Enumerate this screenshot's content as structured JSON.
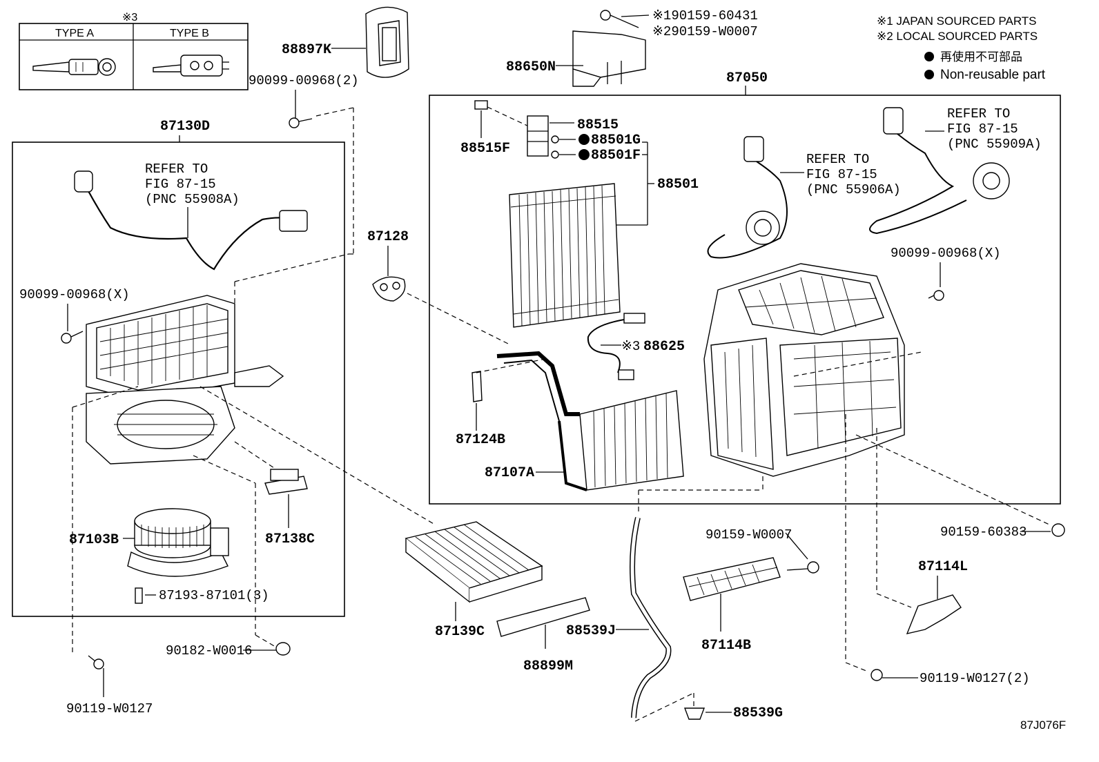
{
  "legend": {
    "type_header": "※3",
    "type_a": "TYPE A",
    "type_b": "TYPE B",
    "note1": "※1 JAPAN SOURCED PARTS",
    "note2": "※2 LOCAL SOURCED PARTS",
    "non_reusable_jp": "再使用不可部品",
    "non_reusable_en": "Non-reusable part"
  },
  "labels": {
    "p88897K": "88897K",
    "p90099_00968_2": "90099-00968(2)",
    "p87130D": "87130D",
    "refer_left_1": "REFER TO",
    "refer_left_2": "FIG 87-15",
    "refer_left_3": "(PNC 55908A)",
    "p90099_left": "90099-00968(X)",
    "p87103B": "87103B",
    "p87138C": "87138C",
    "p87193": "87193-87101(3)",
    "p90182": "90182-W0016",
    "p90119_left": "90119-W0127",
    "p88650N": "88650N",
    "p90159_60431": "※190159-60431",
    "p90159_w0007_top": "※290159-W0007",
    "p87050": "87050",
    "p88515": "88515",
    "p88515F": "88515F",
    "p88501G": "88501G",
    "p88501F": "88501F",
    "p88501": "88501",
    "p87128": "87128",
    "p88625": "88625",
    "p88625_mark": "※3",
    "p87124B": "87124B",
    "p87107A": "87107A",
    "refer_mid_1": "REFER TO",
    "refer_mid_2": "FIG 87-15",
    "refer_mid_3": "(PNC 55906A)",
    "refer_right_1": "REFER TO",
    "refer_right_2": "FIG 87-15",
    "refer_right_3": "(PNC 55909A)",
    "p90099_right": "90099-00968(X)",
    "p87139C": "87139C",
    "p88899M": "88899M",
    "p88539J": "88539J",
    "p88539G": "88539G",
    "p90159_w0007": "90159-W0007",
    "p87114B": "87114B",
    "p90159_60383": "90159-60383",
    "p87114L": "87114L",
    "p90119_right": "90119-W0127(2)",
    "figure_id": "87J076F"
  }
}
